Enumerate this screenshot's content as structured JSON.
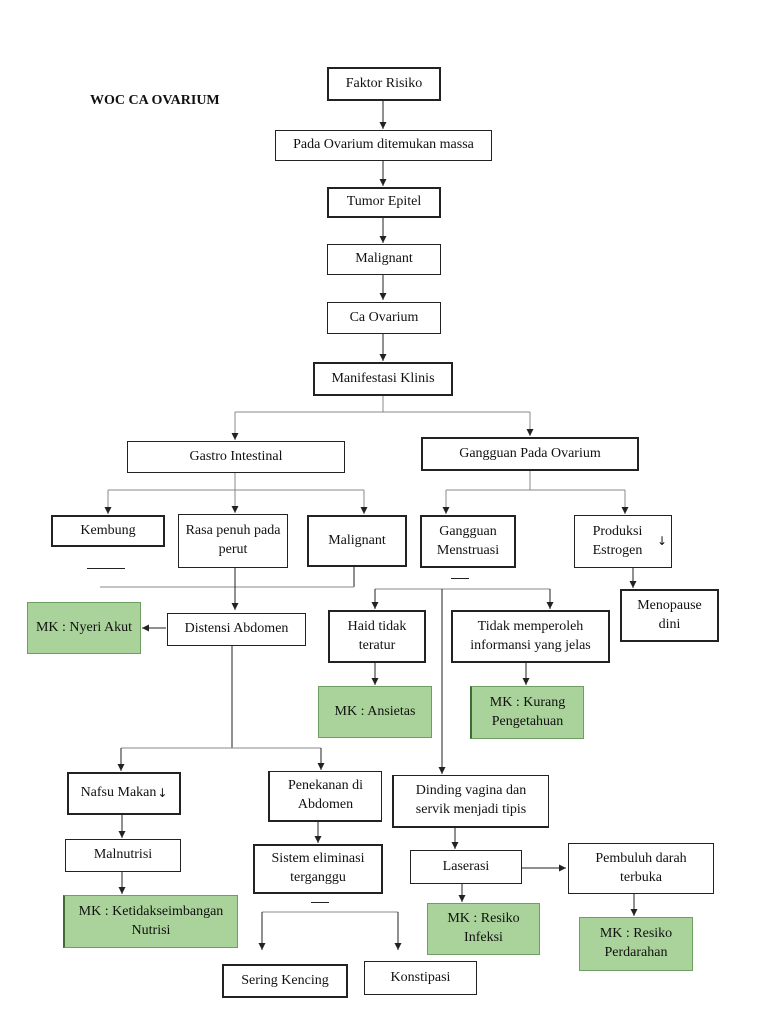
{
  "title": "WOC CA OVARIUM",
  "nodes": {
    "faktor_risiko": "Faktor Risiko",
    "pada_ovarium": "Pada Ovarium ditemukan massa",
    "tumor_epitel": "Tumor Epitel",
    "malignant_top": "Malignant",
    "ca_ovarium": "Ca Ovarium",
    "manifestasi_klinis": "Manifestasi Klinis",
    "gastro_intestinal": "Gastro Intestinal",
    "gangguan_pada_ovarium": "Gangguan Pada Ovarium",
    "kembung": "Kembung",
    "rasa_penuh": "Rasa penuh pada perut",
    "malignant_gi": "Malignant",
    "gangguan_menstruasi": "Gangguan Menstruasi",
    "produksi_estrogen": "Produksi Estrogen",
    "menopause_dini": "Menopause dini",
    "mk_nyeri_akut": "MK : Nyeri Akut",
    "distensi_abdomen": "Distensi Abdomen",
    "haid_tidak_teratur": "Haid tidak teratur",
    "tidak_memperoleh_informasi": "Tidak memperoleh informansi yang jelas",
    "mk_ansietas": "MK : Ansietas",
    "mk_kurang_pengetahuan": "MK : Kurang Pengetahuan",
    "nafsu_makan": "Nafsu Makan",
    "penekanan_abdomen": "Penekanan di Abdomen",
    "dinding_vagina": "Dinding vagina dan servik menjadi tipis",
    "malnutrisi": "Malnutrisi",
    "sistem_eliminasi": "Sistem eliminasi terganggu",
    "laserasi": "Laserasi",
    "pembuluh_darah": "Pembuluh darah terbuka",
    "mk_ketidakseimbangan_nutrisi": "MK : Ketidakseimbangan Nutrisi",
    "mk_resiko_infeksi": "MK : Resiko Infeksi",
    "mk_resiko_perdarahan": "MK : Resiko Perdarahan",
    "sering_kencing": "Sering Kencing",
    "konstipasi": "Konstipasi"
  },
  "down_arrow_glyph": "↓",
  "colors": {
    "mk_fill": "#a9d39a",
    "mk_border": "#6f9e63",
    "line": "#222222",
    "gray_line": "#888888"
  }
}
